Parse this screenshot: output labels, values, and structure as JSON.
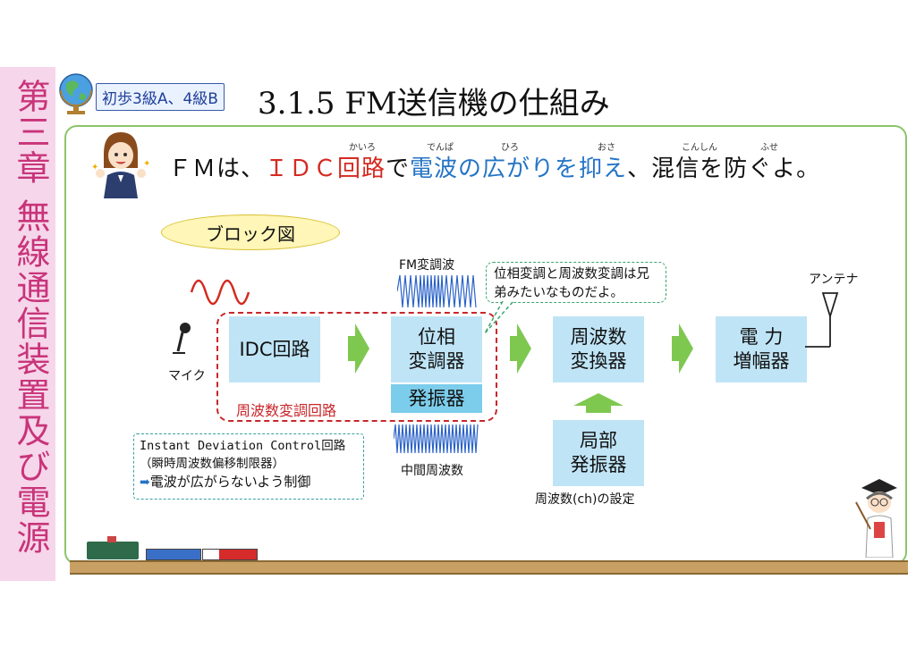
{
  "chapter": {
    "label": "第三章 無線通信装置及び電源"
  },
  "header": {
    "level_badge": "初歩3級A、4級B",
    "title": "3.1.5  FM送信機の仕組み"
  },
  "lead": {
    "parts": [
      "ＦＭは、",
      "ＩＤＣ回路",
      "で",
      "電波の広がりを抑え",
      "、混信を防ぐよ。"
    ],
    "ruby": {
      "kairo": "かいろ",
      "denpa": "でんぱ",
      "hiro": "ひろ",
      "osa": "おさ",
      "konshin": "こんしん",
      "fuse": "ふせ"
    }
  },
  "diagram": {
    "section_label": "ブロック図",
    "mic_label": "マイク",
    "fm_wave_label": "FM変調波",
    "if_label": "中間周波数",
    "antenna_label": "アンテナ",
    "blocks": {
      "idc": "IDC回路",
      "phase_mod": "位相\n変調器",
      "oscillator": "発振器",
      "freq_conv": "周波数\n変換器",
      "power_amp": "電 力\n増幅器",
      "local_osc": "局部\n発振器"
    },
    "modulation_circuit_label": "周波数変調回路",
    "callout": "位相変調と周波数変調は兄弟みたいなものだよ。",
    "channel_setting": "周波数(ch)の設定",
    "note": {
      "line1": "Instant Deviation Control回路",
      "line2": "（瞬時周波数偏移制限器）",
      "line3": "電波が広がらないよう制御"
    }
  },
  "colors": {
    "accent_red": "#d42a20",
    "accent_blue": "#2474c6",
    "block_fill": "#bfe4f6",
    "arrow_green": "#7ec850",
    "board_border": "#8cc46a"
  }
}
